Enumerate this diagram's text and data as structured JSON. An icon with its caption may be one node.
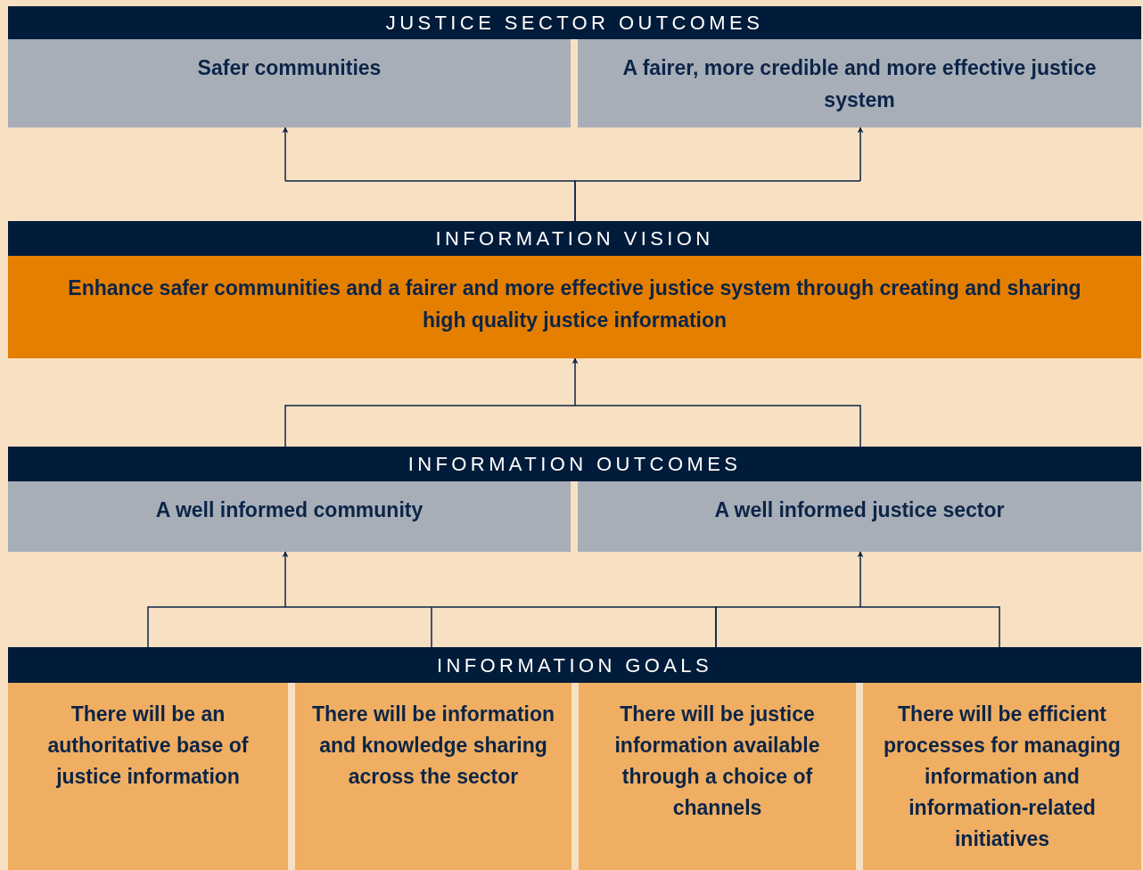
{
  "diagram": {
    "nodes": [
      {
        "text": [
          "JUSTICE SECTOR OUTCOMES"
        ]
      },
      {
        "text": [
          "Safer communities"
        ]
      },
      {
        "text": [
          "A fairer, more credible and more effective justice system"
        ]
      },
      {
        "text": [
          "INFORMATION VISION"
        ]
      },
      {
        "text": [
          "Enhance safer communities and a fairer and more effective justice system through creating and sharing high quality justice information"
        ]
      },
      {
        "text": [
          "INFORMATION OUTCOMES"
        ]
      },
      {
        "text": [
          "A well informed community"
        ]
      },
      {
        "text": [
          "A well informed justice sector"
        ]
      },
      {
        "text": [
          "INFORMATION GOALS"
        ]
      },
      {
        "text": [
          "There will be an authoritative base of justice information"
        ]
      },
      {
        "text": [
          "There will be information and knowledge sharing across the sector"
        ]
      },
      {
        "text": [
          "There will be justice information available through a choice of channels"
        ]
      },
      {
        "text": [
          "There will be efficient processes for managing information and information-related initiatives"
        ]
      }
    ],
    "edges": [
      {
        "from": 3,
        "to": 1,
        "arrow": "to"
      },
      {
        "from": 3,
        "to": 2,
        "arrow": "to"
      },
      {
        "from": 5,
        "to": 4,
        "arrow": "to"
      },
      {
        "from": 8,
        "to": 6,
        "arrow": "to"
      },
      {
        "from": 8,
        "to": 7,
        "arrow": "to"
      }
    ]
  }
}
